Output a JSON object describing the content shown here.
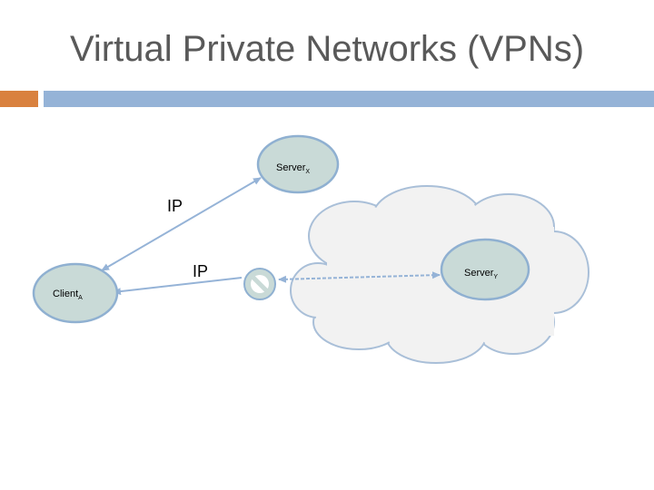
{
  "slide": {
    "title": "Virtual Private Networks (VPNs)"
  },
  "diagram": {
    "nodes": {
      "server_x": {
        "label": "Server",
        "subscript": "X"
      },
      "server_y": {
        "label": "Server",
        "subscript": "Y"
      },
      "client_a": {
        "label": "Client",
        "subscript": "A"
      }
    },
    "ip_labels": [
      "IP",
      "IP"
    ],
    "colors": {
      "node_fill": "#c9dad7",
      "node_stroke": "#8fb0d1",
      "cloud_fill": "#f2f2f2",
      "cloud_stroke": "#a9bfd8",
      "arrow": "#95b3d7",
      "accent_orange": "#d9813f",
      "accent_blue": "#95b3d7"
    }
  }
}
